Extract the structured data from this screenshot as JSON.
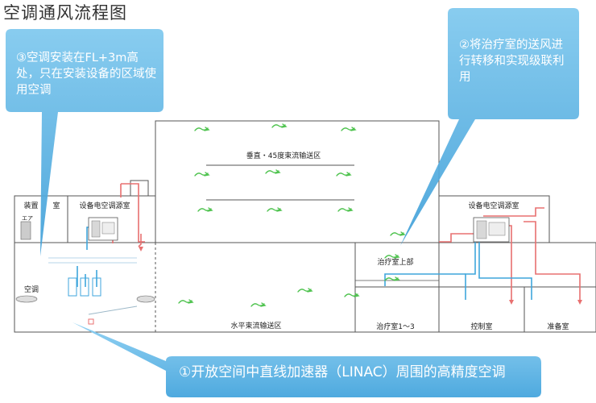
{
  "title": "空调通风流程图",
  "rooms": {
    "vertical_zone": "垂直・45度束流输送区",
    "horizontal_zone": "水平束流输送区",
    "treatment_upper": "治疗室上部",
    "treatment_rooms": "治疗室1～3",
    "control_room": "控制室",
    "prep_room": "准备室",
    "ac_room_left": "设备电空调源室",
    "ac_room_right": "设备电空调源室",
    "equipment_room": "装置　　室",
    "aircon": "空调",
    "air_unit": "エア"
  },
  "callouts": {
    "c1": "①开放空间中直线加速器（LINAC）周围的高精度空调",
    "c2": "②将治疗室的送风进行转移和实现级联利用",
    "c3": "③空调安装在FL+3m高处，只在安装设备的区域使用空调"
  },
  "colors": {
    "callout_fill": "#5bb3e4",
    "duct_red": "#e87070",
    "duct_blue": "#3fa6dc",
    "airflow_green": "#4cc24c",
    "wall_line": "#555555"
  }
}
